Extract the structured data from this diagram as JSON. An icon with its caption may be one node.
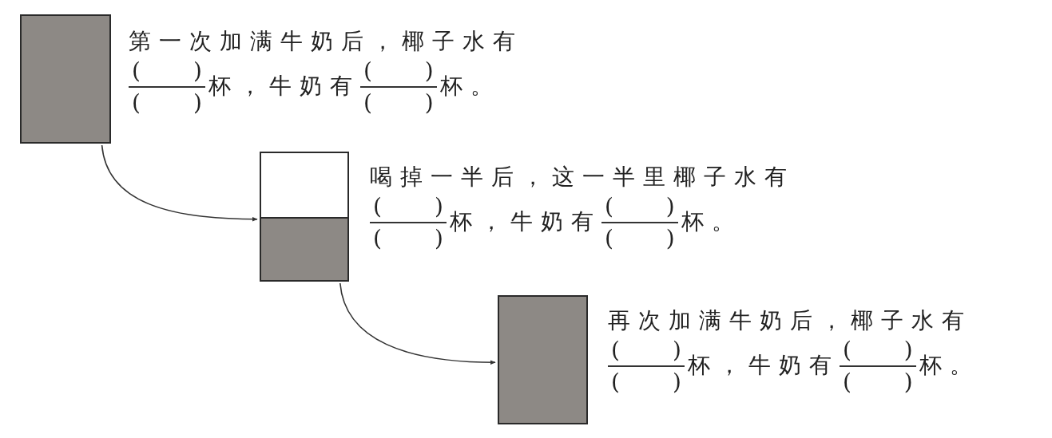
{
  "diagram": {
    "nodes": [
      {
        "text": [],
        "shape": "box",
        "beside": [
          "第一次加满牛奶后，椰子水有( )( )杯，牛奶有( )( )杯。"
        ]
      },
      {
        "text": [],
        "shape": "box",
        "beside": [
          "喝掉一半后，这一半里椰子水有( )( )杯，牛奶有( )( )杯。"
        ]
      },
      {
        "text": [],
        "shape": "box",
        "beside": [
          "再次加满牛奶后，椰子水有( )( )杯，牛奶有( )( )杯。"
        ]
      }
    ],
    "edges": [
      {
        "from": 0,
        "to": 1,
        "arrow": "to"
      },
      {
        "from": 1,
        "to": 2,
        "arrow": "to"
      }
    ]
  }
}
